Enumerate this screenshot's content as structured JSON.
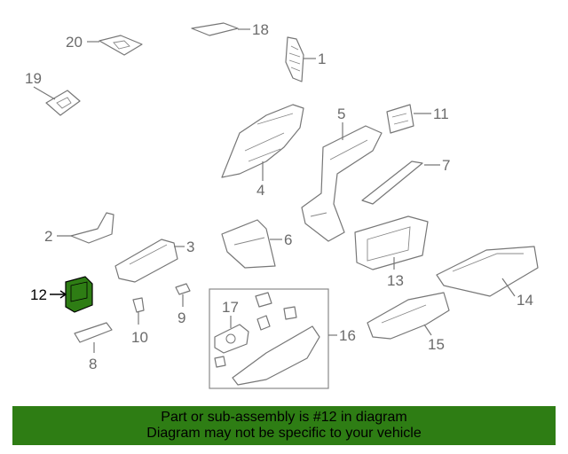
{
  "diagram": {
    "callouts": [
      "1",
      "2",
      "3",
      "4",
      "5",
      "6",
      "7",
      "8",
      "9",
      "10",
      "11",
      "12",
      "13",
      "14",
      "15",
      "16",
      "17",
      "18",
      "19",
      "20"
    ],
    "highlighted_part": "12",
    "highlight_color": "#2e7d14"
  },
  "footer": {
    "line1": "Part or sub-assembly is #12 in diagram",
    "line2": "Diagram may not be specific to your vehicle",
    "background": "#2e7d14"
  }
}
